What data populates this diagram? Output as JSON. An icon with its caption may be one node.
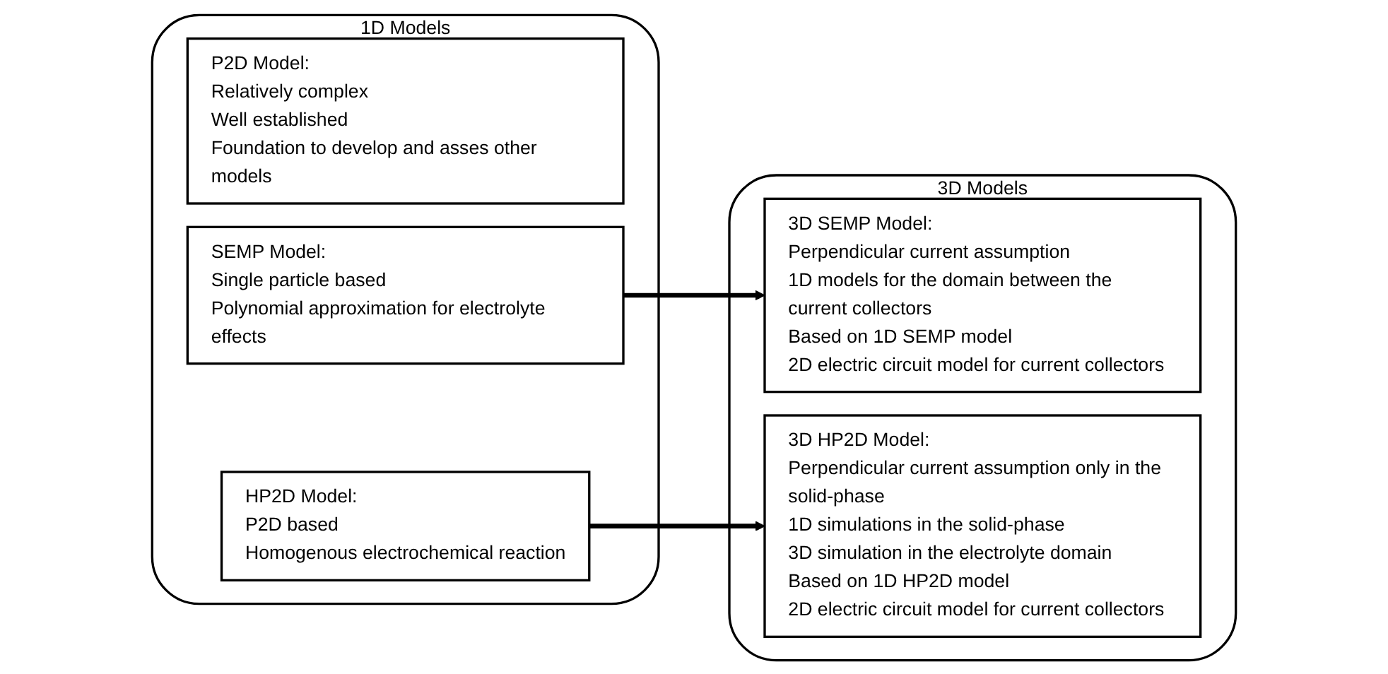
{
  "diagram": {
    "nodes": [
      {
        "text": [
          "1D Models"
        ]
      },
      {
        "text": [
          "P2D Model:",
          "Relatively complex",
          "Well established",
          "Foundation to develop and asses other models"
        ],
        "in": 0
      },
      {
        "text": [
          "SEMP Model:",
          "Single particle based",
          "Polynomial approximation for electrolyte effects"
        ],
        "in": 0
      },
      {
        "text": [
          "HP2D Model:",
          "P2D based",
          "Homogenous electrochemical reaction"
        ],
        "in": 0
      },
      {
        "text": [
          "3D Models"
        ]
      },
      {
        "text": [
          "3D SEMP Model:",
          "Perpendicular current assumption",
          "1D models for the domain between the current collectors",
          "Based on 1D SEMP model",
          "2D electric circuit model for current collectors"
        ],
        "in": 4
      },
      {
        "text": [
          "3D HP2D Model:",
          "Perpendicular current assumption only in the solid-phase",
          "1D simulations in the solid-phase",
          "3D simulation in the electrolyte domain",
          "Based on 1D HP2D model",
          "2D electric circuit model for current collectors"
        ],
        "in": 4
      }
    ],
    "edges": [
      {
        "from": 2,
        "to": 5,
        "arrow": "to"
      },
      {
        "from": 3,
        "to": 6,
        "arrow": "to"
      }
    ]
  }
}
